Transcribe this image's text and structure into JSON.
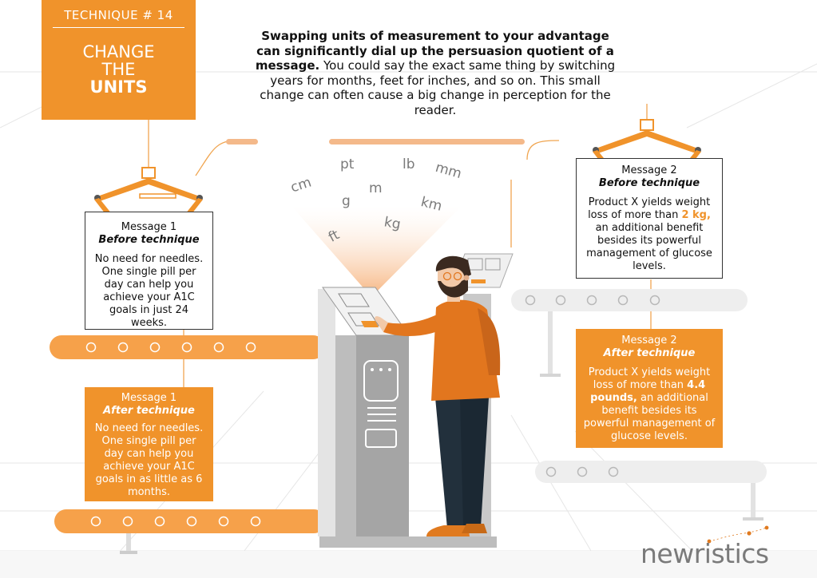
{
  "header": {
    "technique": "TECHNIQUE # 14",
    "title_line1": "CHANGE",
    "title_line2": "THE",
    "title_line3": "UNITS"
  },
  "intro": {
    "bold": "Swapping units of measurement to your advantage can significantly dial up the persuasion quotient of a message.",
    "rest": " You could say the exact same thing by switching years for months, feet for inches, and so on. This small change can often cause a big change in perception for the reader."
  },
  "units": [
    "cm",
    "pt",
    "lb",
    "mm",
    "g",
    "m",
    "km",
    "kg",
    "ft"
  ],
  "message1_before": {
    "title": "Message 1",
    "subtitle": "Before technique",
    "body": "No need for needles. One single pill per day can help you achieve your A1C goals in just 24 weeks."
  },
  "message1_after": {
    "title": "Message 1",
    "subtitle": "After technique",
    "body": "No need for needles. One single pill per day can help you achieve your A1C goals in as little as 6 months."
  },
  "message2_before": {
    "title": "Message 2",
    "subtitle": "Before technique",
    "body_pre": "Product X yields weight loss of more than ",
    "highlight": "2 kg,",
    "body_post": " an additional benefit besides its powerful management of glucose levels."
  },
  "message2_after": {
    "title": "Message 2",
    "subtitle": "After technique",
    "body_pre": "Product X yields weight loss of more than ",
    "highlight": "4.4 pounds,",
    "body_post": " an additional benefit besides its powerful management of glucose levels."
  },
  "logo": "newristics",
  "colors": {
    "accent": "#f0932b",
    "dark": "#3a3a3a",
    "grey": "#8a8a8a"
  }
}
